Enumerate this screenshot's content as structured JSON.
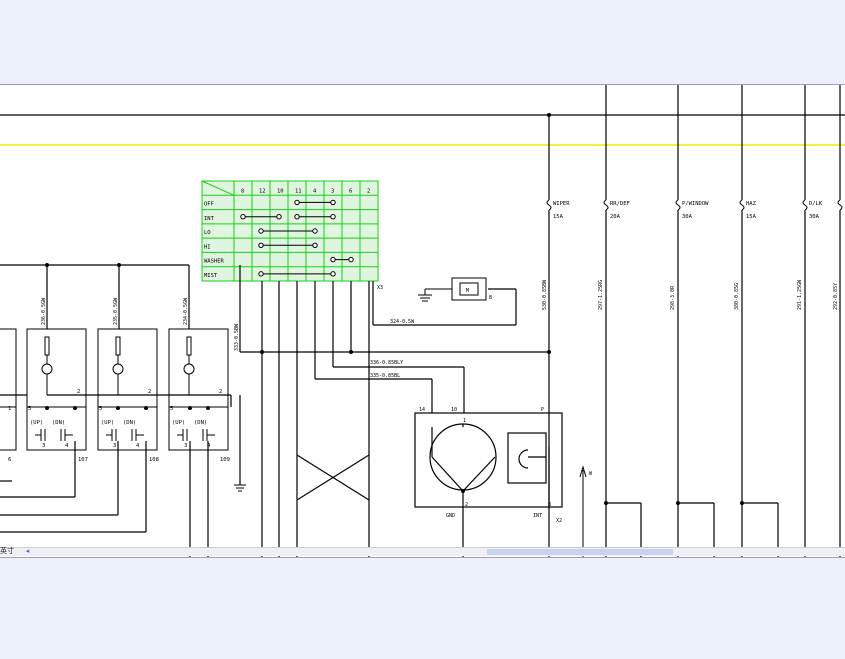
{
  "statusbar": {
    "unit_label": "英寸",
    "arrow_glyph": "◂"
  },
  "switch_table": {
    "columns": [
      "8",
      "12",
      "10",
      "11",
      "4",
      "3",
      "6",
      "2"
    ],
    "rows": [
      "OFF",
      "INT",
      "LO",
      "HI",
      "WASHER",
      "MIST"
    ]
  },
  "fuses": [
    {
      "name": "WIPER",
      "rating": "15A"
    },
    {
      "name": "RR/DEF",
      "rating": "20A"
    },
    {
      "name": "P/WINDOW",
      "rating": "30A"
    },
    {
      "name": "HAZ",
      "rating": "15A"
    },
    {
      "name": "D/LK",
      "rating": "30A"
    }
  ],
  "wires": {
    "w530": "530-0.85BW",
    "w297": "297-1.25RG",
    "w298": "298-3.0R",
    "w380": "380-0.85G",
    "w291": "291-1.25GW",
    "w292": "292-0.85Y",
    "w333": "333-0.5BW",
    "w324": "324-0.5W",
    "w336": "336-0.85BLY",
    "w335": "335-0.85BL",
    "w236": "236-0.5GW",
    "w235": "235-0.5GW",
    "w234": "234-0.5GW"
  },
  "relay_labels": {
    "up": "(UP)",
    "dn": "(DN)",
    "r107": "107",
    "r108": "108",
    "r109": "109",
    "r6": "6",
    "p1": "1",
    "p2": "2",
    "p3": "3",
    "p4": "4",
    "p5": "5"
  },
  "motor": {
    "p14": "14",
    "p10": "10",
    "p1": "1",
    "pP": "P",
    "p2": "2",
    "pB": "B",
    "gnd": "GND",
    "int": "INT",
    "x2": "X2",
    "m": "M",
    "w": "W"
  },
  "misc": {
    "b": "B",
    "x3": "X3"
  }
}
